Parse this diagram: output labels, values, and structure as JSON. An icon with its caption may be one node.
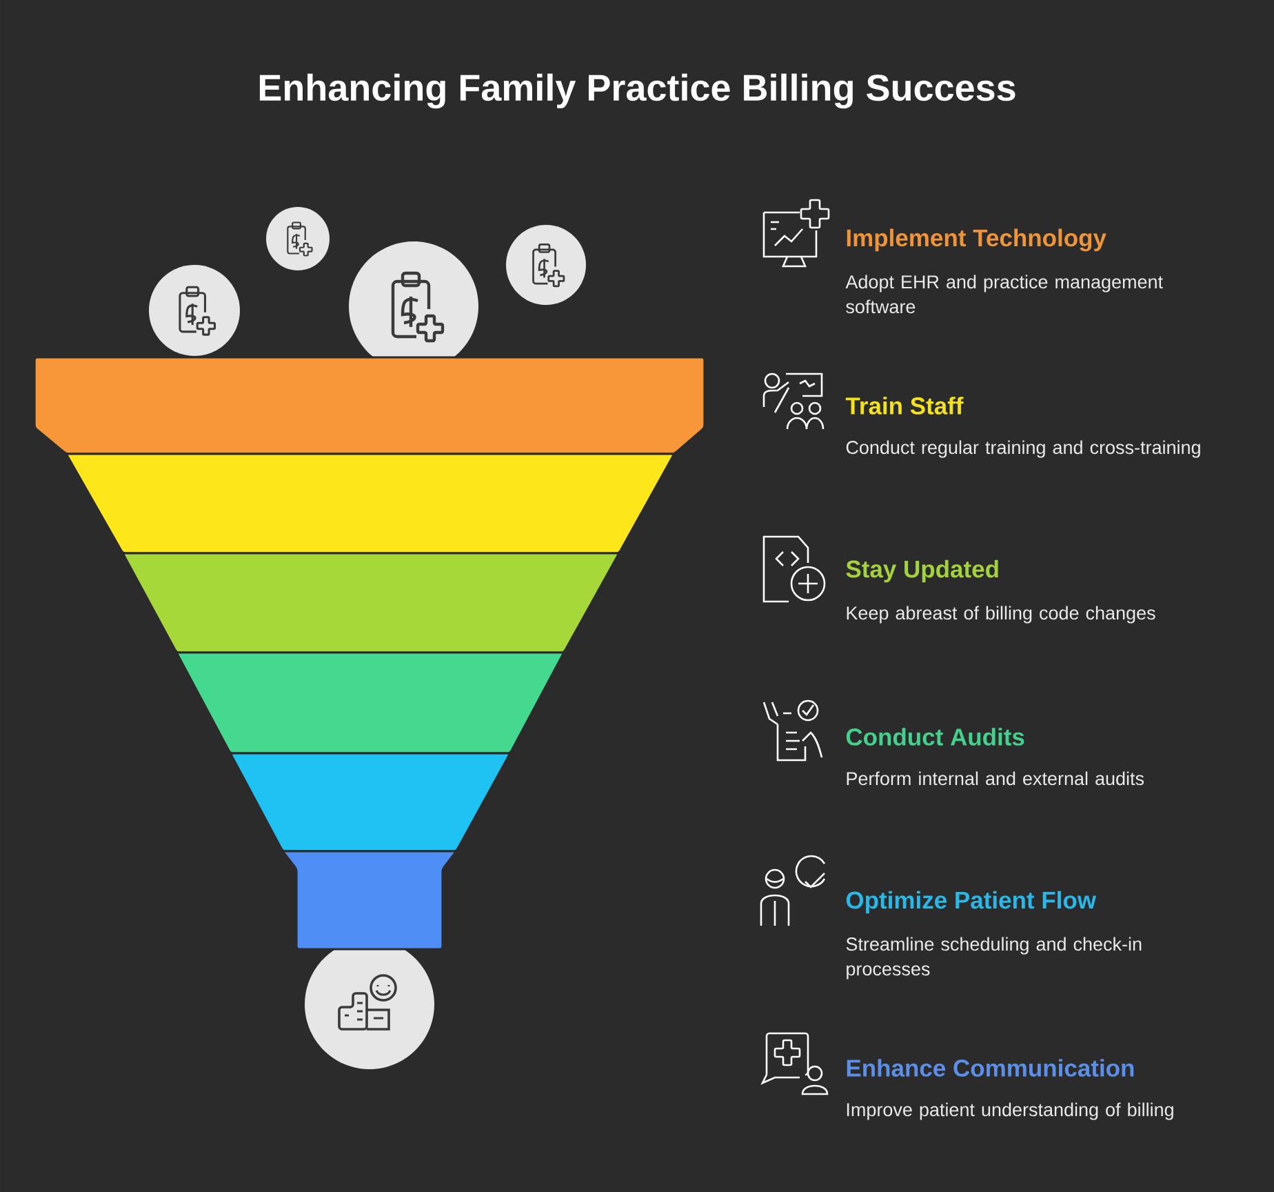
{
  "diagram": {
    "title": "Enhancing Family Practice Billing Success",
    "nodes": [
      {
        "text": [],
        "shape": "bar",
        "beside": [
          "Implement Technology",
          "Adopt EHR and practice management software"
        ]
      },
      {
        "text": [],
        "shape": "bar",
        "beside": [
          "Train Staff",
          "Conduct regular training and cross-training"
        ]
      },
      {
        "text": [],
        "shape": "bar",
        "beside": [
          "Stay Updated",
          "Keep abreast of billing code changes"
        ]
      },
      {
        "text": [],
        "shape": "bar",
        "beside": [
          "Conduct Audits",
          "Perform internal and external audits"
        ]
      },
      {
        "text": [],
        "shape": "bar",
        "beside": [
          "Optimize Patient Flow",
          "Streamline scheduling and check-in processes"
        ]
      },
      {
        "text": [],
        "shape": "bar",
        "beside": [
          "Enhance Communication",
          "Improve patient understanding of billing"
        ]
      }
    ]
  }
}
